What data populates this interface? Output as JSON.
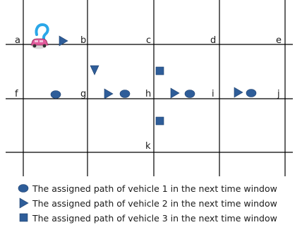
{
  "colors": {
    "marker": "#2e5d99",
    "marker_stroke": "#1d3e6b",
    "grid": "#000000",
    "accent_green": "#8ccf6e",
    "person_blue": "#2aa7e8",
    "car_pink": "#e05a9a"
  },
  "nodes": [
    "a",
    "b",
    "c",
    "d",
    "e",
    "f",
    "g",
    "h",
    "i",
    "j",
    "k"
  ],
  "icons": {
    "person": "person-icon",
    "vehicle": "car-icon"
  },
  "legend": [
    {
      "marker": "ellipse",
      "label": "The assigned path of vehicle 1 in the next time window"
    },
    {
      "marker": "triangle",
      "label": "The assigned path of vehicle 2 in the next time window"
    },
    {
      "marker": "square",
      "label": "The assigned path of vehicle 3 in the next time window"
    }
  ]
}
